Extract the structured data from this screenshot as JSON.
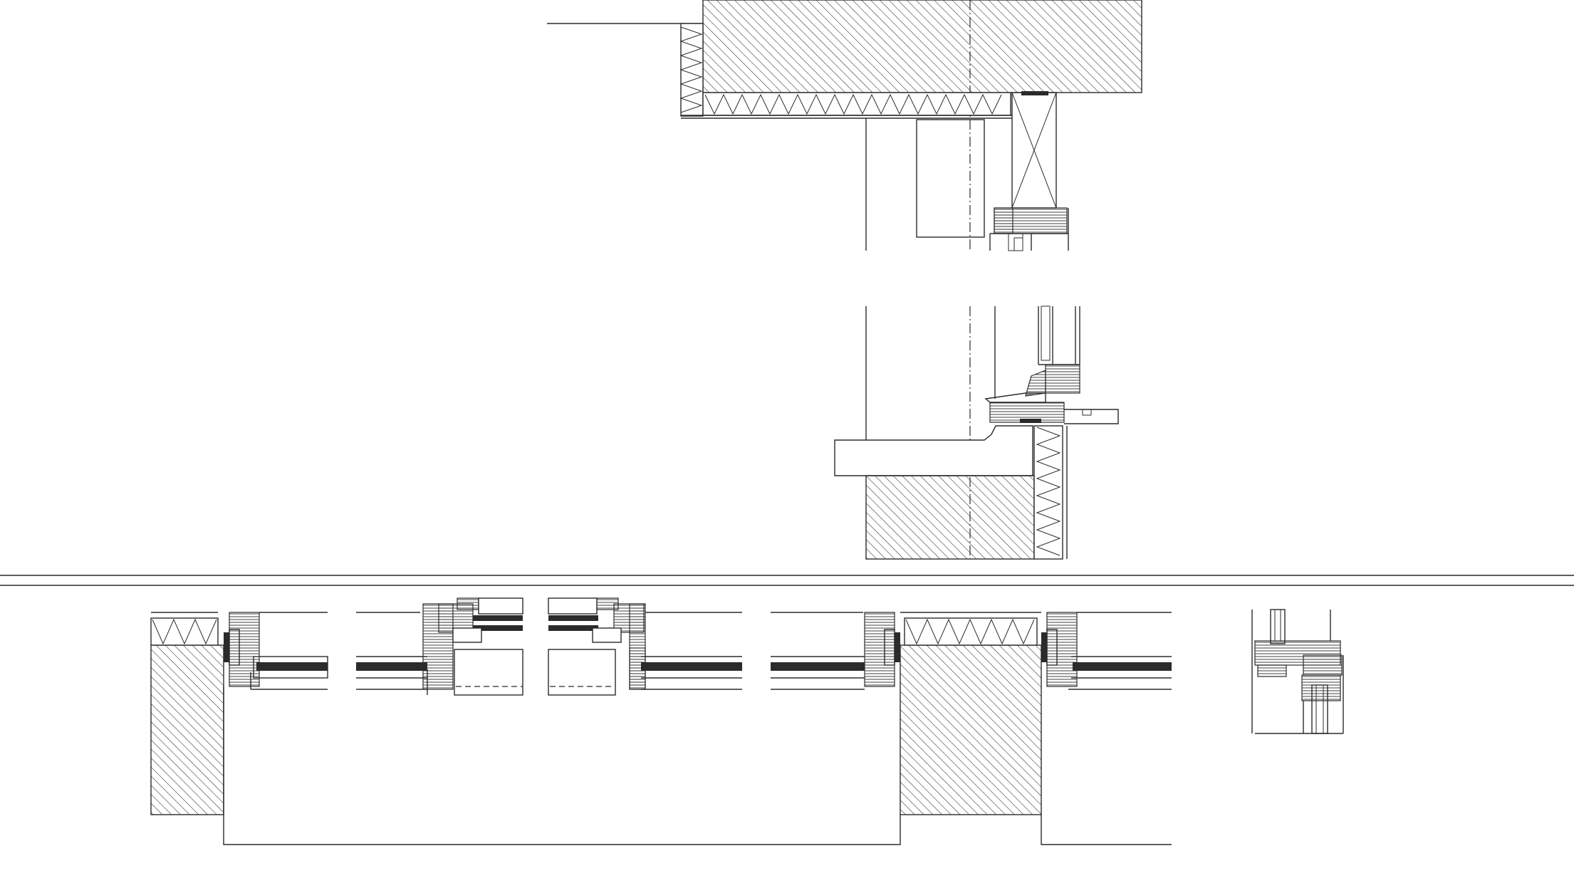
{
  "drawing": {
    "type": "architectural window detail",
    "views": [
      {
        "id": "head",
        "kind": "vertical section",
        "label": ""
      },
      {
        "id": "sill",
        "kind": "vertical section",
        "label": ""
      },
      {
        "id": "plan",
        "kind": "horizontal section",
        "label": ""
      },
      {
        "id": "jamb-detail",
        "kind": "detail",
        "label": ""
      }
    ],
    "line_color": "#2b2b2b",
    "background": "#ffffff"
  }
}
